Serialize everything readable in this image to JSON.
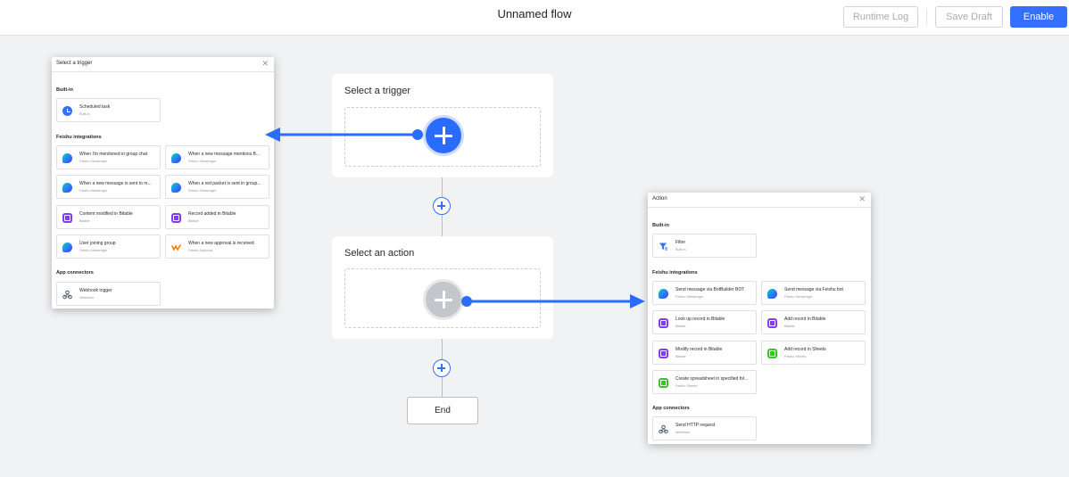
{
  "header": {
    "title": "Unnamed flow",
    "runtime_log": "Runtime Log",
    "save_draft": "Save Draft",
    "enable": "Enable"
  },
  "canvas": {
    "trigger_node_title": "Select a trigger",
    "action_node_title": "Select an action",
    "end_label": "End"
  },
  "trigger_panel": {
    "title": "Select a trigger",
    "sections": {
      "builtin": "Built-in",
      "integrations": "Feishu integrations",
      "connectors": "App connectors"
    },
    "builtin_items": [
      {
        "label": "Scheduled task",
        "sub": "Built-in",
        "icon": "clock-icon"
      }
    ],
    "integration_items": [
      {
        "label": "When I'm mentioned in group chat",
        "sub": "Feishu Messenger",
        "icon": "messenger-icon"
      },
      {
        "label": "When a new message mentions B...",
        "sub": "Feishu Messenger",
        "icon": "messenger-icon"
      },
      {
        "label": "When a new message is sent to m...",
        "sub": "Feishu Messenger",
        "icon": "messenger-icon"
      },
      {
        "label": "When a red packet is sent in group...",
        "sub": "Feishu Messenger",
        "icon": "messenger-icon"
      },
      {
        "label": "Content modified in Bitable",
        "sub": "Bitable",
        "icon": "bitable-icon"
      },
      {
        "label": "Record added in Bitable",
        "sub": "Bitable",
        "icon": "bitable-icon"
      },
      {
        "label": "User joining group",
        "sub": "Feishu Messenger",
        "icon": "messenger-icon"
      },
      {
        "label": "When a new approval is received",
        "sub": "Feishu Approval",
        "icon": "approval-icon"
      }
    ],
    "connector_items": [
      {
        "label": "Webhook trigger",
        "sub": "Webhook",
        "icon": "webhook-icon"
      }
    ]
  },
  "action_panel": {
    "title": "Action",
    "sections": {
      "builtin": "Built-in",
      "integrations": "Feishu integrations",
      "connectors": "App connectors"
    },
    "builtin_items": [
      {
        "label": "Filter",
        "sub": "Built-in",
        "icon": "filter-icon"
      }
    ],
    "integration_items": [
      {
        "label": "Send message via BotBuilder BOT",
        "sub": "Feishu Messenger",
        "icon": "messenger-icon"
      },
      {
        "label": "Send message via Feishu bot",
        "sub": "Feishu Messenger",
        "icon": "messenger-icon"
      },
      {
        "label": "Look up record in Bitable",
        "sub": "Bitable",
        "icon": "bitable-icon"
      },
      {
        "label": "Add record in Bitable",
        "sub": "Bitable",
        "icon": "bitable-icon"
      },
      {
        "label": "Modify record in Bitable",
        "sub": "Bitable",
        "icon": "bitable-icon"
      },
      {
        "label": "Add record in Sheets",
        "sub": "Feishu Sheets",
        "icon": "sheets-icon"
      },
      {
        "label": "Create spreadsheet in specified fol...",
        "sub": "Feishu Sheets",
        "icon": "sheets-icon"
      }
    ],
    "connector_items": [
      {
        "label": "Send HTTP request",
        "sub": "Webhook",
        "icon": "webhook-icon"
      }
    ]
  },
  "colors": {
    "accent": "#3370ff",
    "canvas_bg": "#f1f2f4"
  }
}
